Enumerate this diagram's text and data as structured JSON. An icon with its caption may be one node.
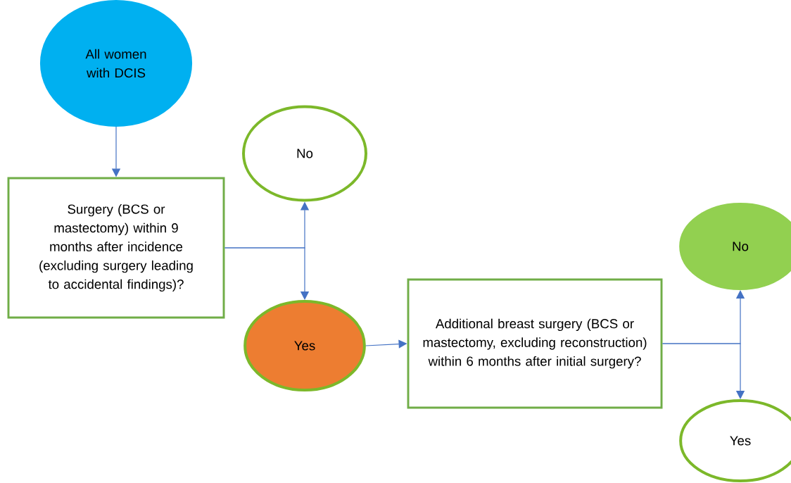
{
  "diagram": {
    "nodes": [
      {
        "text": [
          "All women with DCIS"
        ]
      },
      {
        "text": [
          "Surgery (BCS or mastectomy) within 9 months after incidence (excluding surgery leading to accidental findings)?"
        ]
      },
      {
        "text": [
          "No"
        ]
      },
      {
        "text": [
          "Yes"
        ]
      },
      {
        "text": [
          "Additional breast surgery (BCS or mastectomy, excluding reconstruction) within 6 months after initial surgery?"
        ]
      },
      {
        "text": [
          "No"
        ]
      },
      {
        "text": [
          "Yes"
        ]
      }
    ],
    "edges": [
      {
        "from": 0,
        "to": 1,
        "arrow": "to"
      },
      {
        "from": 1,
        "to": 2,
        "arrow": "to"
      },
      {
        "from": 1,
        "to": 3,
        "arrow": "to"
      },
      {
        "from": 3,
        "to": 4,
        "arrow": "to"
      },
      {
        "from": 4,
        "to": 5,
        "arrow": "to"
      },
      {
        "from": 4,
        "to": 6,
        "arrow": "to"
      }
    ]
  }
}
